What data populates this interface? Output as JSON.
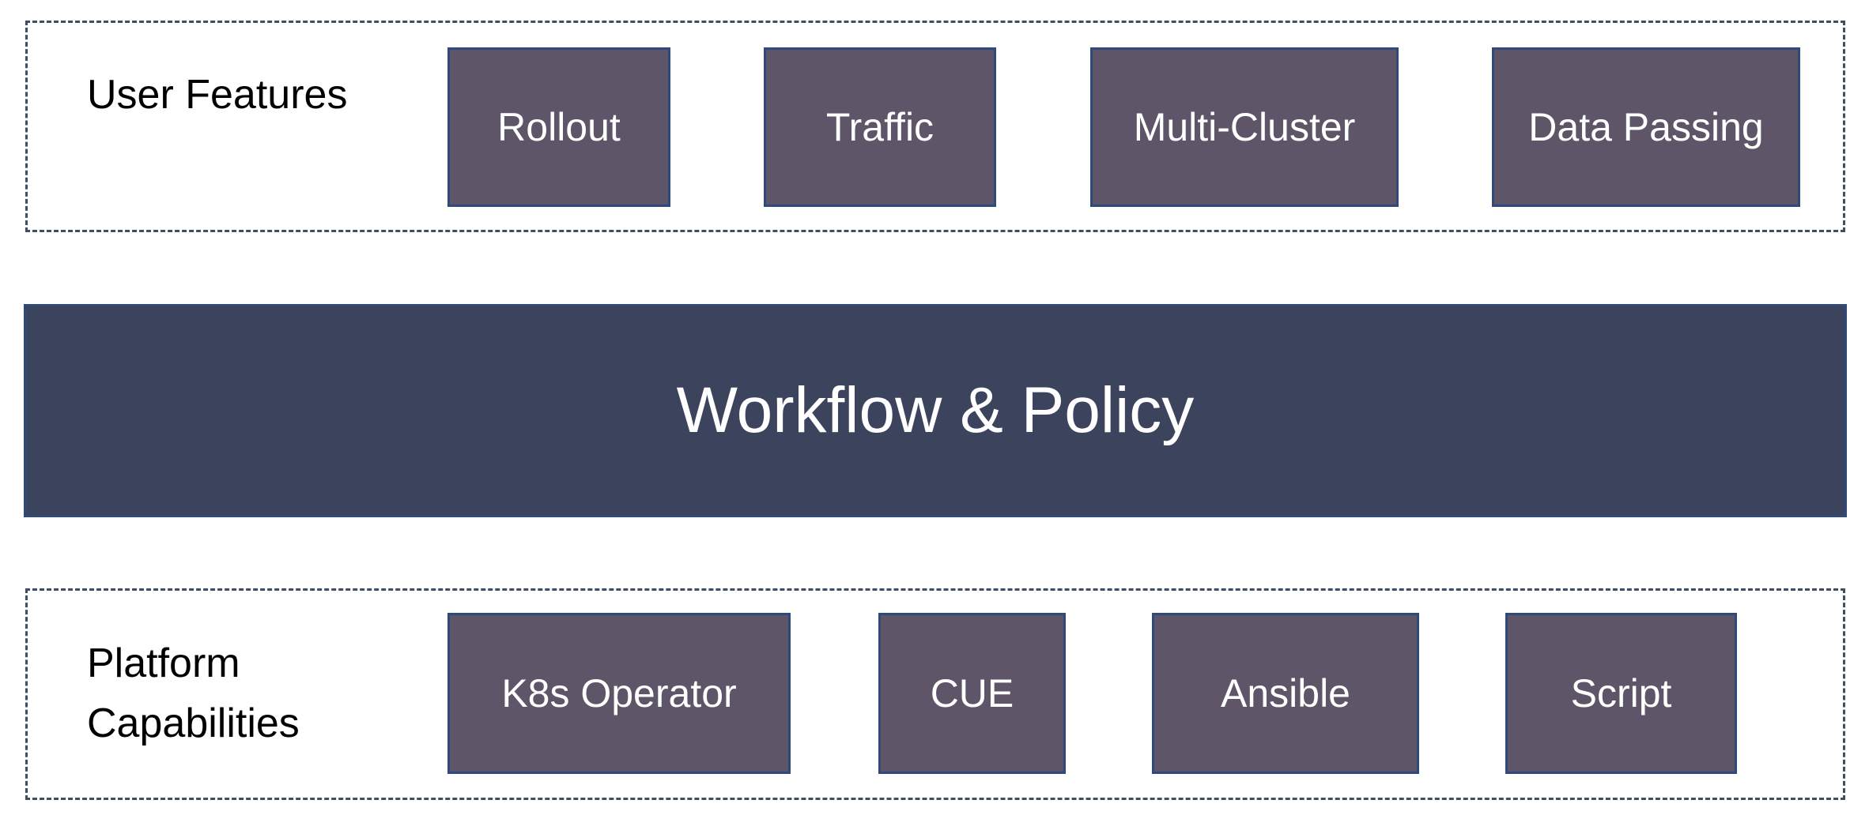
{
  "user_features": {
    "label": "User Features",
    "items": [
      "Rollout",
      "Traffic",
      "Multi-Cluster",
      "Data Passing"
    ]
  },
  "core": {
    "label": "Workflow & Policy"
  },
  "platform_capabilities": {
    "label": "Platform\nCapabilities",
    "items": [
      "K8s Operator",
      "CUE",
      "Ansible",
      "Script"
    ]
  },
  "colors": {
    "feature_box": "#5e5668",
    "core_band": "#3c435d",
    "box_border": "#2f4a7a",
    "dashed_border": "#3d4f63"
  }
}
